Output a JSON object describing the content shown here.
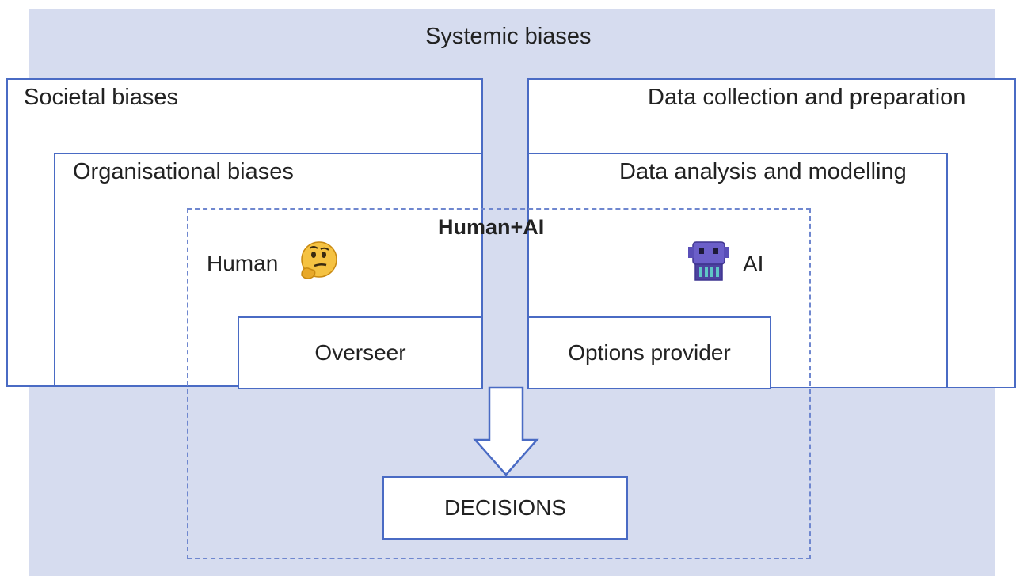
{
  "colors": {
    "background": "#d6dcef",
    "box_border": "#4a6bc4",
    "box_fill": "#ffffff",
    "dashed_border": "#6f87cf"
  },
  "diagram": {
    "systemic": "Systemic biases",
    "societal": "Societal biases",
    "organisational": "Organisational biases",
    "data_collection": "Data collection and preparation",
    "data_analysis": "Data analysis and modelling",
    "human_ai": "Human+AI",
    "human": "Human",
    "ai": "AI",
    "overseer": "Overseer",
    "options_provider": "Options provider",
    "decisions": "DECISIONS"
  },
  "icons": {
    "human": "thinking-face-icon",
    "ai": "robot-icon",
    "flow": "down-arrow-icon"
  }
}
